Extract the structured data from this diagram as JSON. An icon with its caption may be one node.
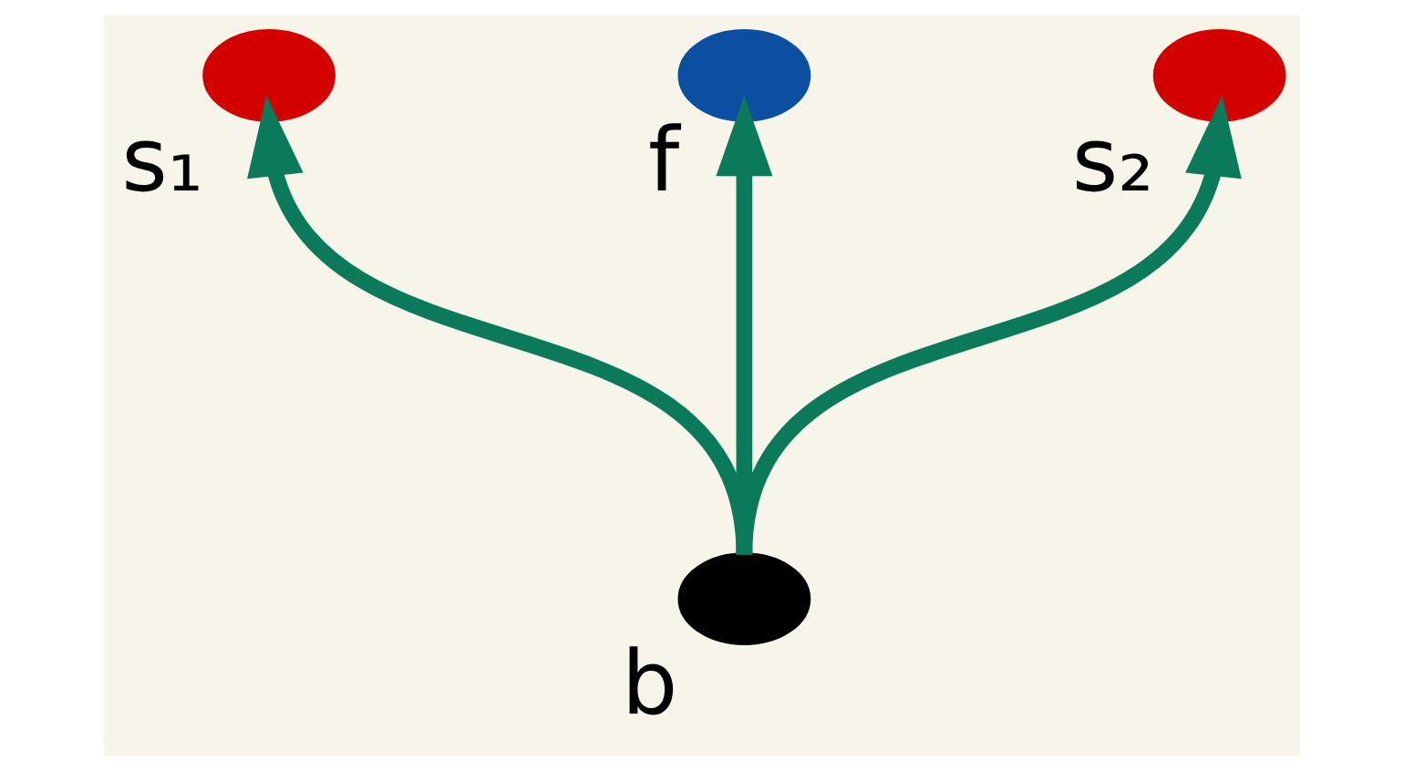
{
  "diagram": {
    "nodes": [
      {
        "text": [],
        "shape": "circle",
        "beside": [
          "s₁"
        ]
      },
      {
        "text": [],
        "shape": "circle",
        "beside": [
          "f"
        ]
      },
      {
        "text": [],
        "shape": "circle",
        "beside": [
          "s₂"
        ]
      },
      {
        "text": [],
        "shape": "circle",
        "beside": [
          "b"
        ]
      }
    ],
    "edges": [
      {
        "from": 3,
        "to": 0,
        "arrow": "to"
      },
      {
        "from": 3,
        "to": 1,
        "arrow": "to"
      },
      {
        "from": 3,
        "to": 2,
        "arrow": "to"
      }
    ]
  }
}
